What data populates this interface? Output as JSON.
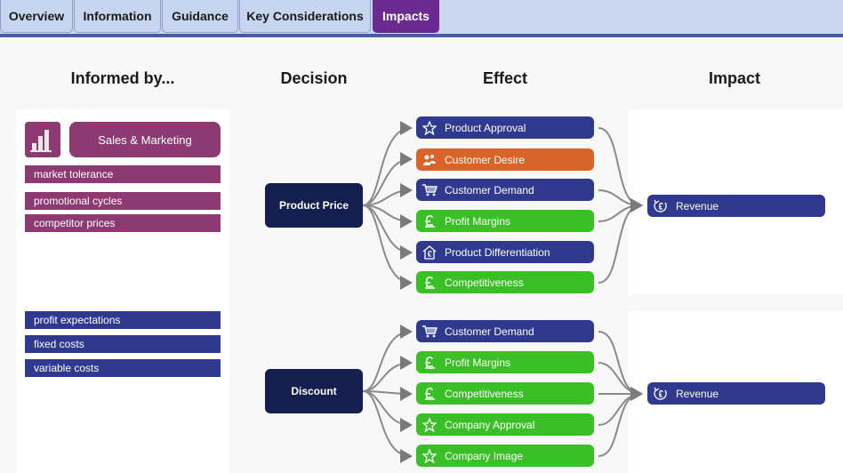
{
  "tabs": [
    {
      "label": "Overview"
    },
    {
      "label": "Information"
    },
    {
      "label": "Guidance"
    },
    {
      "label": "Key Considerations"
    },
    {
      "label": "Impacts"
    }
  ],
  "active_tab": "Impacts",
  "headings": {
    "informed_by": "Informed by...",
    "decision": "Decision",
    "effect": "Effect",
    "impact": "Impact"
  },
  "informed_by": {
    "sales_button": "Sales & Marketing",
    "sales_items": [
      "market tolerance",
      "promotional cycles",
      "competitor prices"
    ],
    "finance_items": [
      "profit expectations",
      "fixed costs",
      "variable costs"
    ]
  },
  "decisions": [
    {
      "label": "Product Price",
      "effects": [
        {
          "label": "Product Approval",
          "color": "navy",
          "icon": "star-icon"
        },
        {
          "label": "Customer Desire",
          "color": "orange",
          "icon": "people-icon"
        },
        {
          "label": "Customer Demand",
          "color": "navy",
          "icon": "cart-icon"
        },
        {
          "label": "Profit Margins",
          "color": "green",
          "icon": "pound-icon"
        },
        {
          "label": "Product Differentiation",
          "color": "navy",
          "icon": "house-pound-icon"
        },
        {
          "label": "Competitiveness",
          "color": "green",
          "icon": "pound-icon"
        }
      ],
      "impact": {
        "label": "Revenue",
        "icon": "pound-cycle-icon"
      }
    },
    {
      "label": "Discount",
      "effects": [
        {
          "label": "Customer Demand",
          "color": "navy",
          "icon": "cart-icon"
        },
        {
          "label": "Profit Margins",
          "color": "green",
          "icon": "pound-icon"
        },
        {
          "label": "Competitiveness",
          "color": "green",
          "icon": "pound-icon"
        },
        {
          "label": "Company Approval",
          "color": "green",
          "icon": "star-icon"
        },
        {
          "label": "Company Image",
          "color": "green",
          "icon": "star-icon"
        }
      ],
      "impact": {
        "label": "Revenue",
        "icon": "pound-cycle-icon"
      }
    }
  ],
  "colors": {
    "navy": "#2f3a8f",
    "green": "#3bbf26",
    "orange": "#d9642a",
    "purple": "#8e3a72",
    "decision": "#141f4f",
    "tab_active": "#6a2a8f"
  }
}
